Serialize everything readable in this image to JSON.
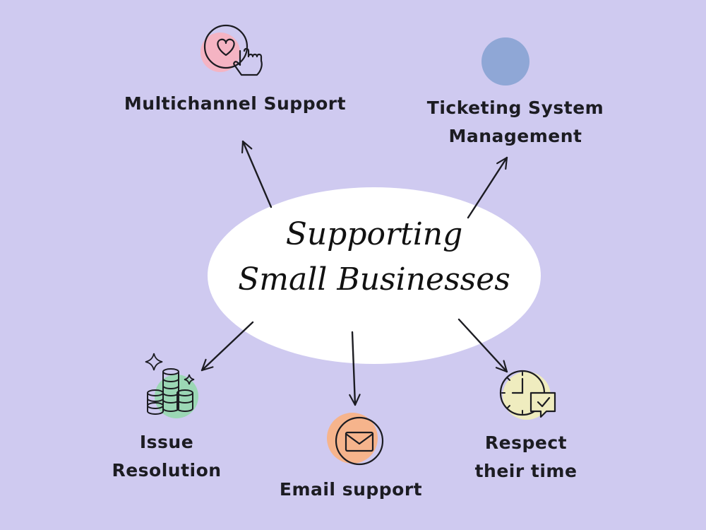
{
  "center": {
    "line1": "Supporting",
    "line2": "Small Businesses"
  },
  "nodes": [
    {
      "id": "multichannel",
      "lines": [
        "Multichannel Support"
      ],
      "icon": "heart-click-icon",
      "color": "#f5b4c3"
    },
    {
      "id": "ticketing",
      "lines": [
        "Ticketing System",
        "Management"
      ],
      "icon": "dot-icon",
      "color": "#8fa7d6"
    },
    {
      "id": "issue",
      "lines": [
        "Issue",
        "Resolution"
      ],
      "icon": "coin-stack-icon",
      "color": "#9bd7b5"
    },
    {
      "id": "email",
      "lines": [
        "Email support"
      ],
      "icon": "envelope-icon",
      "color": "#f6b48c"
    },
    {
      "id": "respect",
      "lines": [
        "Respect",
        "their time"
      ],
      "icon": "clock-chat-icon",
      "color": "#efecbf"
    }
  ],
  "colors": {
    "background": "#cfcaf0",
    "ellipse": "#ffffff",
    "stroke": "#1c1c22"
  }
}
